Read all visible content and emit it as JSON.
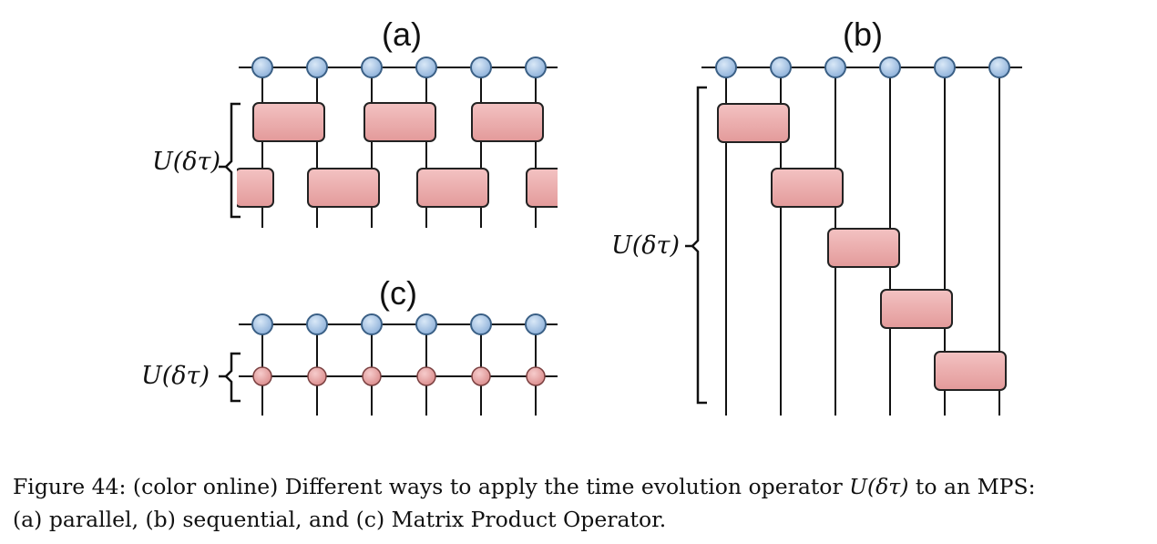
{
  "figure": {
    "panel_a": {
      "label": "(a)",
      "operator_label": "U(δτ)"
    },
    "panel_b": {
      "label": "(b)",
      "operator_label": "U(δτ)"
    },
    "panel_c": {
      "label": "(c)",
      "operator_label": "U(δτ)"
    }
  },
  "caption": {
    "line1_prefix": "Figure 44: (color online) Different ways to apply the time evolution operator ",
    "operator": "U(δτ)",
    "line1_suffix": " to an MPS:",
    "line2": "(a) parallel, (b) sequential, and (c) Matrix Product Operator."
  },
  "colors": {
    "site_fill": "#a9c6e6",
    "site_stroke": "#3a5f85",
    "gate_fill": "#e8a3a3",
    "gate_stroke": "#222222",
    "mpo_fill": "#e9a2a2",
    "line": "#111111"
  }
}
